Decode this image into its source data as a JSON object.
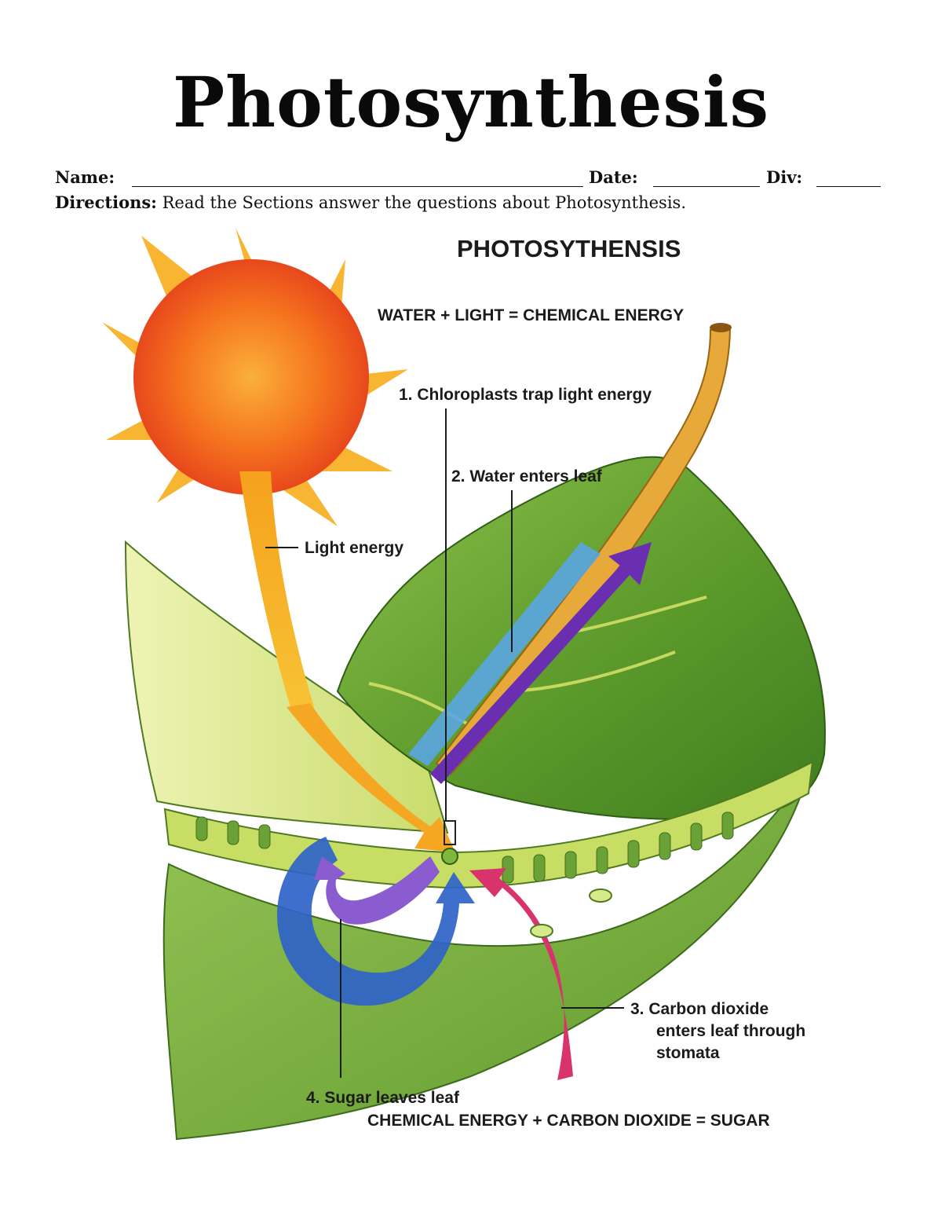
{
  "page": {
    "title": "Photosynthesis",
    "name_label": "Name:",
    "date_label": "Date:",
    "div_label": "Div:",
    "directions_label": "Directions:",
    "directions_text": " Read the Sections answer the questions about Photosynthesis."
  },
  "diagram": {
    "heading": "PHOTOSYTHENSIS",
    "equation_top": "WATER + LIGHT = CHEMICAL ENERGY",
    "label_light": "Light energy",
    "label_1": "1.  Chloroplasts trap light energy",
    "label_2": "2.  Water enters leaf",
    "label_3_line1": "3.  Carbon dioxide",
    "label_3_line2": "enters leaf through",
    "label_3_line3": "stomata",
    "label_4": "4.  Sugar leaves leaf",
    "equation_bottom": "CHEMICAL ENERGY + CARBON DIOXIDE = SUGAR"
  },
  "colors": {
    "sun": "#f5731e",
    "sun_rays": "#f7b531",
    "leaf": "#6fa634",
    "water_arrow": "#5aa6e2",
    "sugar_arrow": "#6a2fb0",
    "co2_arrow": "#d8336c",
    "cycle_blue": "#2f63c9"
  }
}
